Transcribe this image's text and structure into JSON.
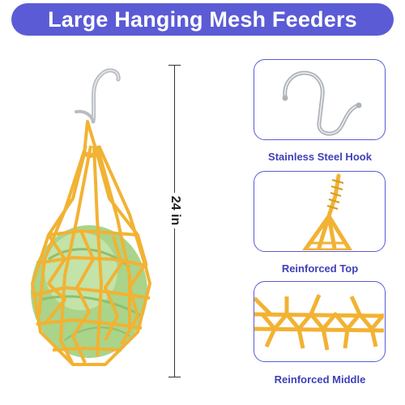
{
  "banner": {
    "title": "Large Hanging Mesh Feeders"
  },
  "dimension": {
    "label": "24 in"
  },
  "cards": [
    {
      "label": "Stainless Steel Hook"
    },
    {
      "label": "Reinforced Top"
    },
    {
      "label": "Reinforced Middle"
    }
  ],
  "colors": {
    "accent": "#5b5bd6",
    "mesh": "#f2b233",
    "cabbage": "#a9d48a",
    "steel": "#b9bdc3"
  },
  "icons": [
    "s-hook-icon",
    "mesh-bag-icon",
    "cabbage-icon"
  ]
}
